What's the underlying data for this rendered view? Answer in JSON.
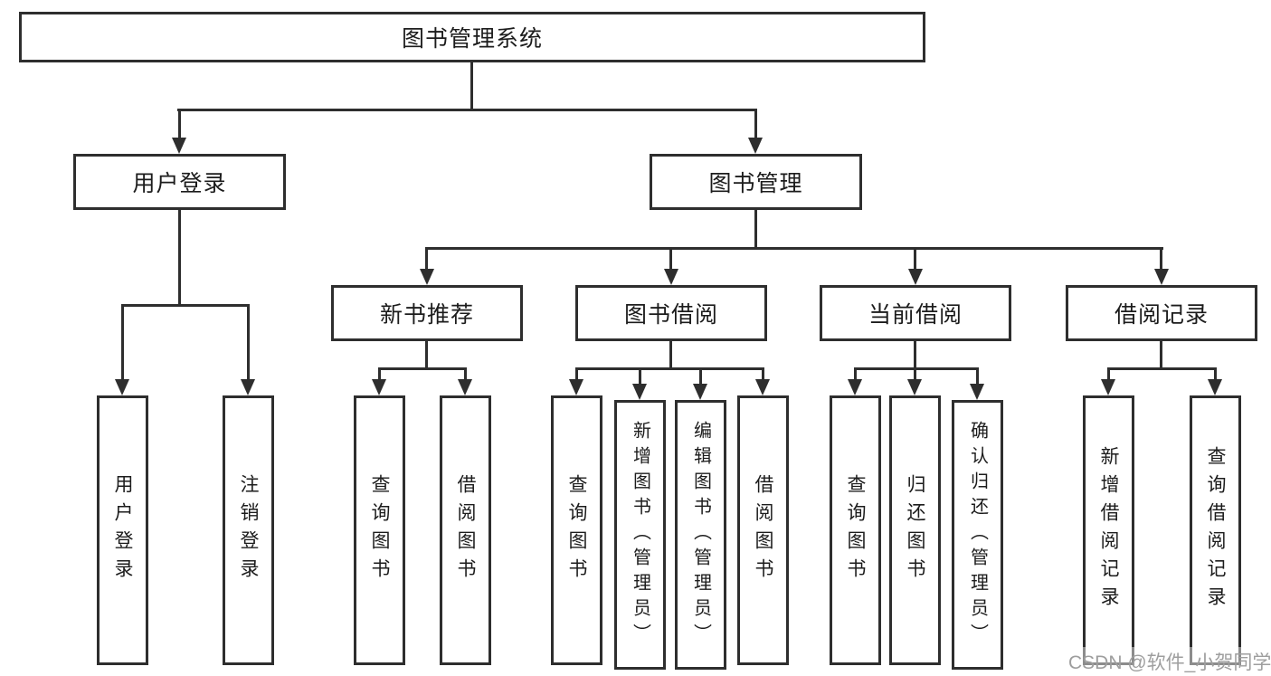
{
  "diagram": {
    "root": {
      "label": "图书管理系统"
    },
    "level2": {
      "user_login": {
        "label": "用户登录"
      },
      "book_mgmt": {
        "label": "图书管理"
      }
    },
    "level3": {
      "new_book": {
        "label": "新书推荐"
      },
      "book_borrow": {
        "label": "图书借阅"
      },
      "current_borrow": {
        "label": "当前借阅"
      },
      "borrow_records": {
        "label": "借阅记录"
      }
    },
    "leaves": {
      "user_login": {
        "label": "用户登录"
      },
      "logout": {
        "label": "注销登录"
      },
      "query_book_nb": {
        "label": "查询图书"
      },
      "borrow_book_nb": {
        "label": "借阅图书"
      },
      "query_book_bb": {
        "label": "查询图书"
      },
      "add_book_admin": {
        "label": "新增图书（管理员）"
      },
      "edit_book_admin": {
        "label": "编辑图书（管理员）"
      },
      "borrow_book_bb": {
        "label": "借阅图书"
      },
      "query_book_cb": {
        "label": "查询图书"
      },
      "return_book": {
        "label": "归还图书"
      },
      "confirm_return_admin": {
        "label": "确认归还（管理员）"
      },
      "add_record": {
        "label": "新增借阅记录"
      },
      "query_record": {
        "label": "查询借阅记录"
      }
    }
  },
  "watermark": {
    "text": "CSDN @软件_小贺同学"
  },
  "colors": {
    "line": "#2e2e2e",
    "bg": "#ffffff",
    "text": "#1c1c1c",
    "watermark": "#9e9e9e"
  }
}
